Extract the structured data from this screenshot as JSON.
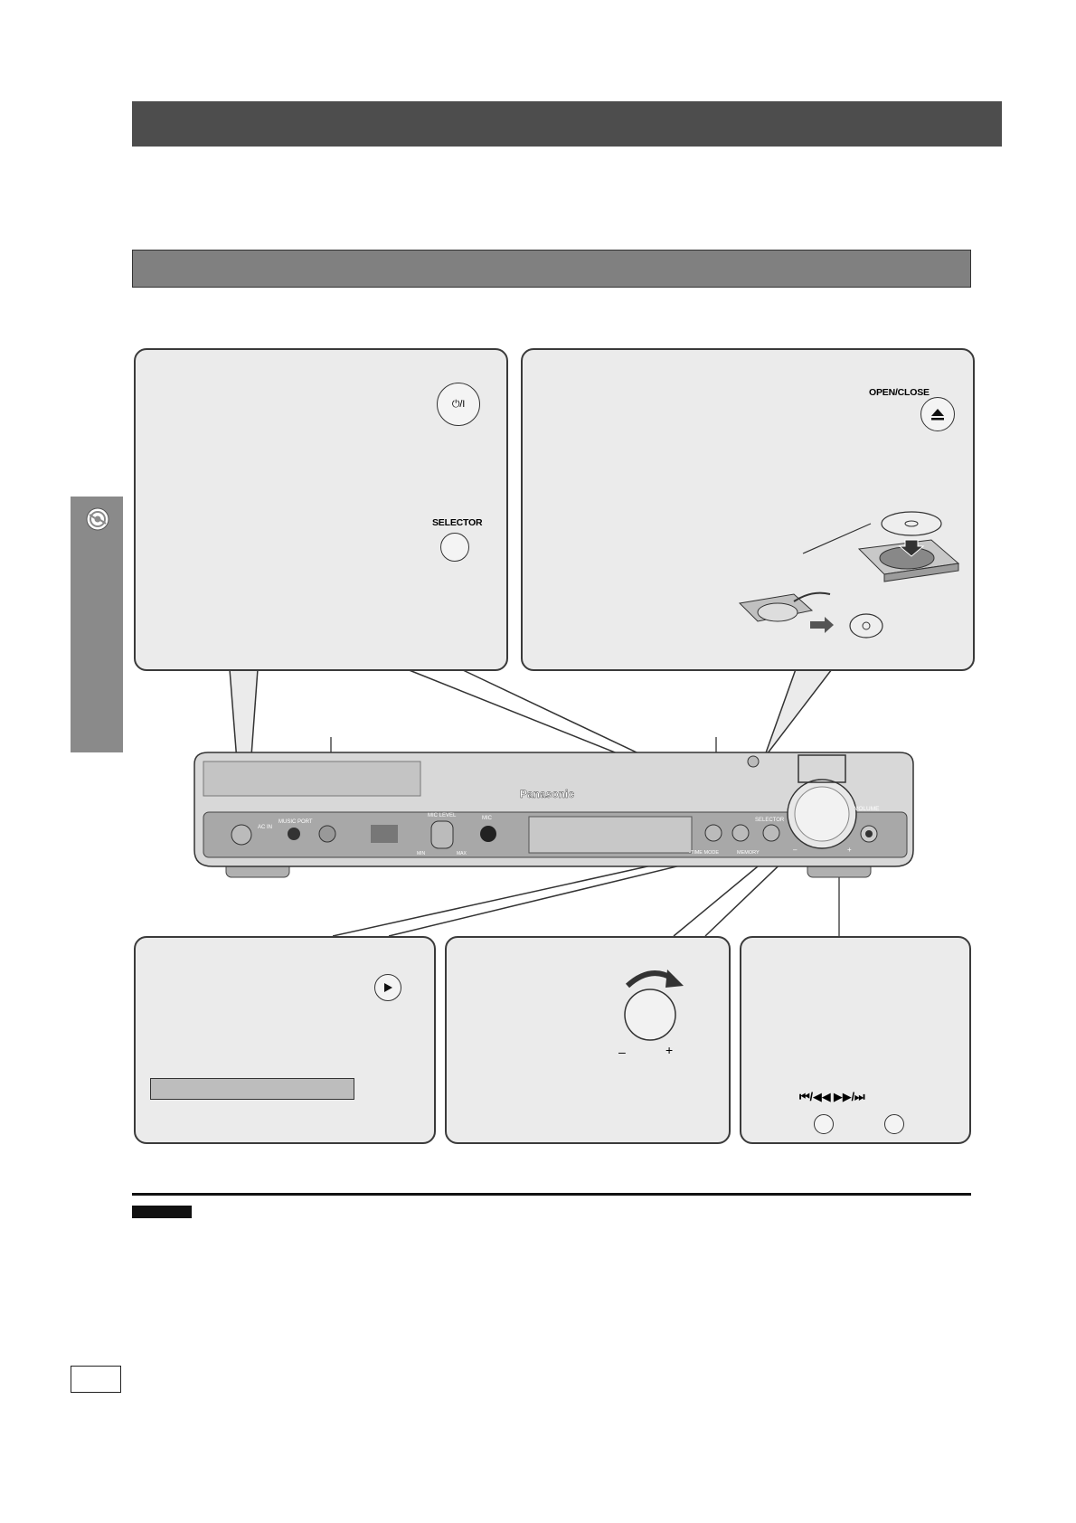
{
  "labels": {
    "power_symbol": "⏻/I",
    "selector": "SELECTOR",
    "open_close": "OPEN/CLOSE",
    "skip_search": "⏮/◀◀   ▶▶/⏭",
    "volume_minus": "–",
    "volume_plus": "+"
  },
  "unit_panel": {
    "brand": "Panasonic",
    "ac_in": "AC IN",
    "music_port": "MUSIC  PORT",
    "mic_level": "MIC LEVEL",
    "mic_min": "MIN",
    "mic_max": "MAX",
    "mic": "MIC",
    "time_mode": "-TIME MODE",
    "memory": "MEMORY",
    "selector": "SELECTOR",
    "volume": "VOLUME",
    "minus": "–",
    "plus": "+"
  },
  "icons": {
    "section_icon": "disc-icon",
    "eject": "eject-icon",
    "play": "play-icon",
    "stop": "stop-icon"
  },
  "colors": {
    "title_bar": "#4d4d4d",
    "subtitle_bar": "#808080",
    "panel_bg": "#ebebeb",
    "side_tab": "#8a8a8a"
  }
}
